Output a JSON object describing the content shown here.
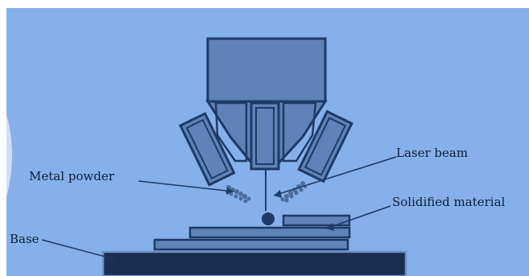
{
  "diagram": {
    "labels": {
      "laser_beam": "Laser beam",
      "metal_powder": "Metal powder",
      "solidified_material": "Solidified material",
      "base": "Base"
    },
    "colors": {
      "background_panel": "#86b0ea",
      "outer_background": "#ffffff",
      "component_fill": "#5f83b8",
      "component_stroke": "#1e3a66",
      "base_fill": "#1a2e52",
      "powder_color": "#4b6b9b",
      "leader_line": "#1e3a66"
    }
  }
}
